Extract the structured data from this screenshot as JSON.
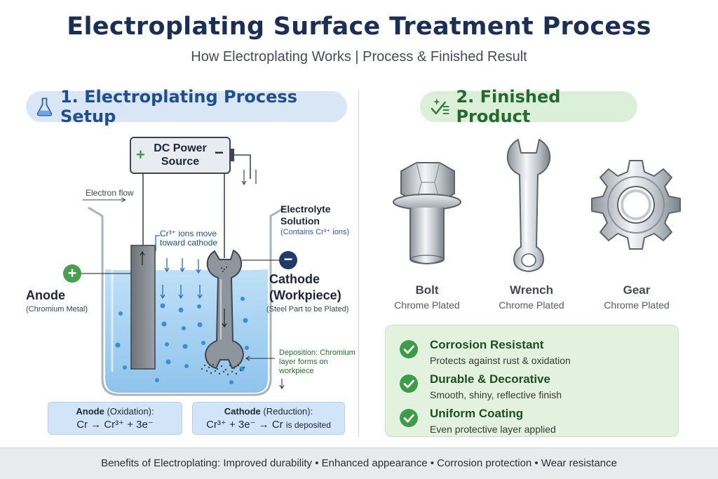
{
  "header": {
    "title": "Electroplating Surface Treatment Process",
    "subtitle": "How Electroplating Works | Process & Finished Result"
  },
  "setup": {
    "heading": "1. Electroplating Process Setup",
    "heading_icon": "flask-icon",
    "power_source": "DC Power Source",
    "power_plus": "+",
    "power_minus": "−",
    "electron_flow": "Electron flow",
    "electrolyte_title": "Electrolyte Solution",
    "electrolyte_sub": "(Contains Cr³⁺ ions)",
    "ions_label": "Cr³⁺ ions move toward cathode",
    "anode_symbol": "+",
    "anode_title": "Anode",
    "anode_sub": "(Chromium Metal)",
    "cathode_symbol": "−",
    "cathode_title": "Cathode (Workpiece)",
    "cathode_sub": "(Steel Part to be Plated)",
    "deposition": "Deposition: Chromium layer forms on workpiece",
    "anode_eq_title": "Anode",
    "anode_eq_type": "(Oxidation):",
    "anode_eq_formula": "Cr → Cr³⁺ + 3e⁻",
    "cathode_eq_title": "Cathode",
    "cathode_eq_type": "(Reduction):",
    "cathode_eq_formula": "Cr³⁺ + 3e⁻ → Cr",
    "cathode_eq_suffix": "is deposited"
  },
  "product": {
    "heading": "2. Finished Product",
    "heading_icon": "sparkle-check-icon",
    "items": [
      {
        "name": "Bolt",
        "finish": "Chrome Plated",
        "icon": "bolt-icon"
      },
      {
        "name": "Wrench",
        "finish": "Chrome Plated",
        "icon": "wrench-icon"
      },
      {
        "name": "Gear",
        "finish": "Chrome Plated",
        "icon": "gear-icon"
      }
    ],
    "benefits": [
      {
        "title": "Corrosion Resistant",
        "text": "Protects against rust & oxidation"
      },
      {
        "title": "Durable & Decorative",
        "text": "Smooth, shiny, reflective finish"
      },
      {
        "title": "Uniform Coating",
        "text": "Even protective layer applied"
      }
    ]
  },
  "footer": {
    "text": "Benefits of Electroplating: Improved durability • Enhanced appearance • Corrosion protection • Wear resistance"
  },
  "colors": {
    "title": "#1b2f55",
    "setup_accent": "#1f4e8c",
    "product_accent": "#24692f",
    "solution": "#9fcdf0",
    "check": "#3e9b48"
  }
}
